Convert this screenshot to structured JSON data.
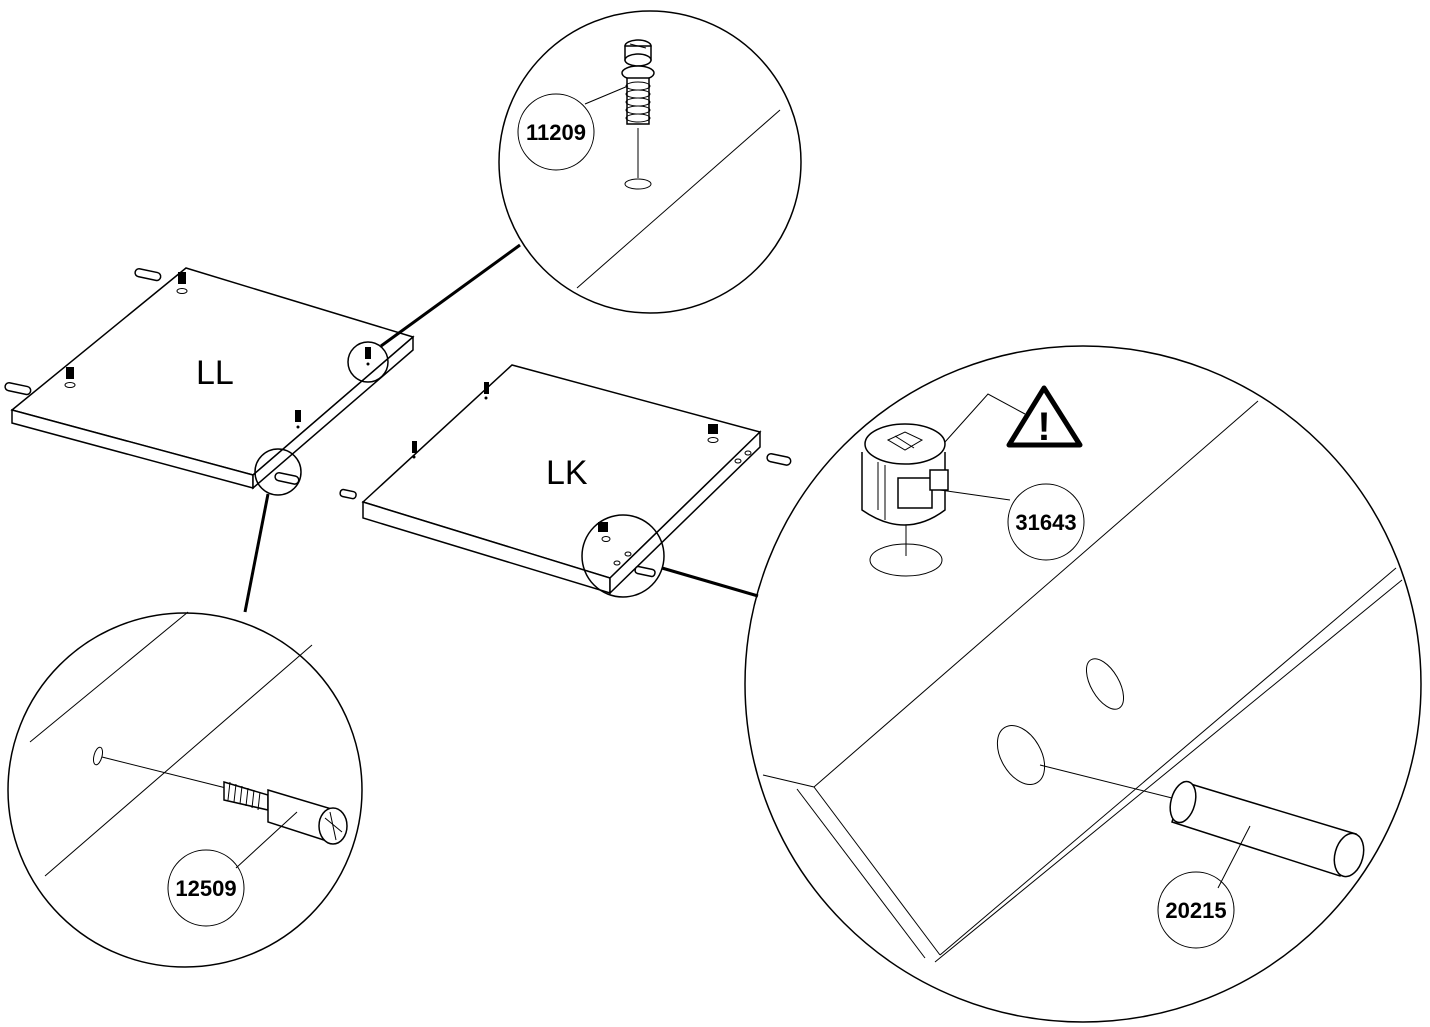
{
  "panels": {
    "left": {
      "label": "LL"
    },
    "right": {
      "label": "LK"
    }
  },
  "parts": {
    "cam_bolt_top": {
      "number": "11209"
    },
    "cam_bolt_side": {
      "number": "12509"
    },
    "cam_lock": {
      "number": "31643"
    },
    "dowel": {
      "number": "20215"
    }
  },
  "warning": {
    "icon": "warning-triangle-icon",
    "symbol": "!"
  },
  "colors": {
    "line": "#000000",
    "background": "#ffffff"
  }
}
